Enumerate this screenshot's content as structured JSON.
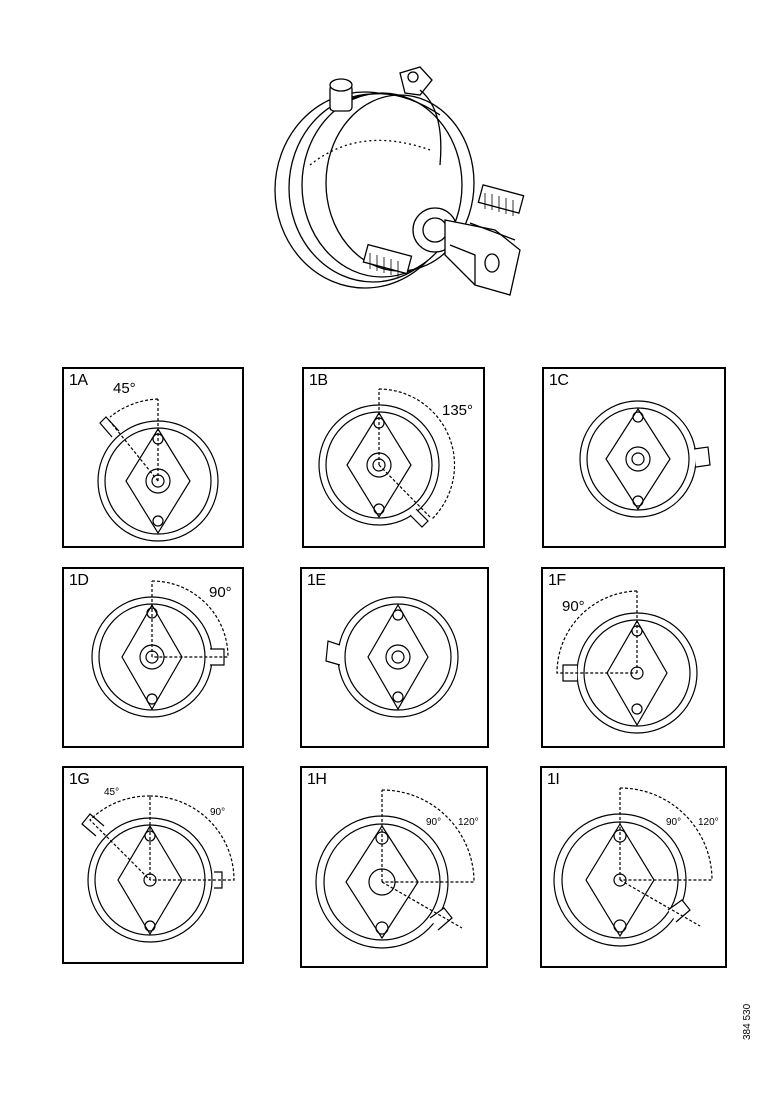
{
  "hero": {
    "icon": "brake-chamber-icon"
  },
  "panels": [
    {
      "id": "1A",
      "label": "1A",
      "angles": [
        "45°"
      ]
    },
    {
      "id": "1B",
      "label": "1B",
      "angles": [
        "135°"
      ]
    },
    {
      "id": "1C",
      "label": "1C",
      "angles": []
    },
    {
      "id": "1D",
      "label": "1D",
      "angles": [
        "90°"
      ]
    },
    {
      "id": "1E",
      "label": "1E",
      "angles": []
    },
    {
      "id": "1F",
      "label": "1F",
      "angles": [
        "90°"
      ]
    },
    {
      "id": "1G",
      "label": "1G",
      "angles": [
        "45°",
        "90°"
      ]
    },
    {
      "id": "1H",
      "label": "1H",
      "angles": [
        "90°",
        "120°"
      ]
    },
    {
      "id": "1I",
      "label": "1I",
      "angles": [
        "90°",
        "120°"
      ]
    }
  ],
  "doc_id": "384 530"
}
